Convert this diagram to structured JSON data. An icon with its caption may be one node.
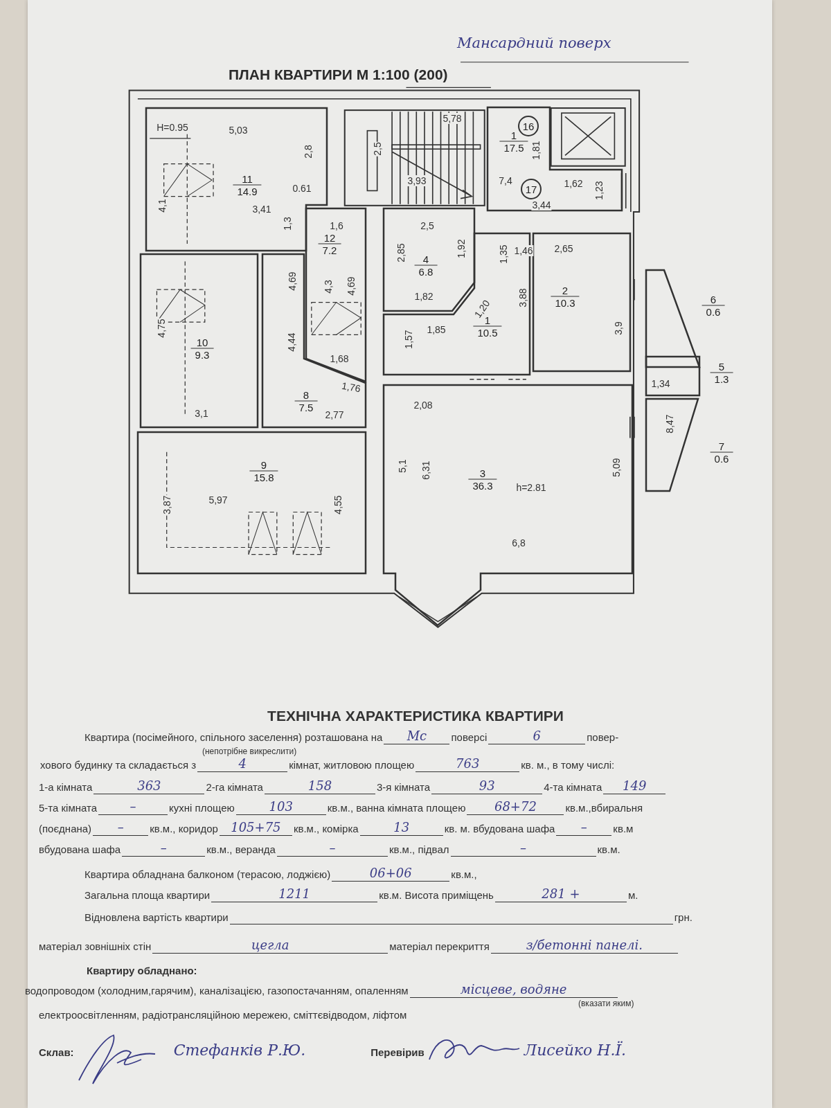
{
  "diagram": {
    "title": "ПЛАН КВАРТИРИ М 1:100 (200)",
    "nodes": [
      {
        "text": [
          "11",
          "14.9"
        ]
      },
      {
        "text": [
          "1",
          "17.5"
        ]
      },
      {
        "text": [
          "16"
        ],
        "in": 1
      },
      {
        "text": [
          "17"
        ],
        "in": 1
      },
      {
        "text": [
          "12",
          "7.2"
        ]
      },
      {
        "text": [
          "4",
          "6.8"
        ]
      },
      {
        "text": [
          "2",
          "10.3"
        ]
      },
      {
        "text": [
          "6",
          "0.6"
        ]
      },
      {
        "text": [
          "1",
          "10.5"
        ]
      },
      {
        "text": [
          "10",
          "9.3"
        ]
      },
      {
        "text": [
          "8",
          "7.5"
        ]
      },
      {
        "text": [
          "5",
          "1.3"
        ]
      },
      {
        "text": [
          "3",
          "36.3"
        ]
      },
      {
        "text": [
          "7",
          "0.6"
        ]
      },
      {
        "text": [
          "9",
          "15.8"
        ]
      }
    ],
    "labels": [
      "Мансардний поверх",
      "H=0.95",
      "5,03",
      "5,78",
      "2,8",
      "2,5",
      "1,81",
      "3,93",
      "7,4",
      "1,62",
      "0.61",
      "1,23",
      "4,1",
      "3,44",
      "3,41",
      "1,3",
      "1,6",
      "2,5",
      "2,65",
      "1,35",
      "1,46",
      "2,85",
      "1,92",
      "4,69",
      "4,3",
      "4,69",
      "1,82",
      "3,88",
      "1,20",
      "4,75",
      "3,9",
      "1,85",
      "4,44",
      "1,57",
      "1,68",
      "1,76",
      "1,34",
      "2,08",
      "3,1",
      "2,77",
      "8,47",
      "5,1",
      "6,31",
      "5,09",
      "h=2.81",
      "5,97",
      "3,87",
      "4,55",
      "6,8",
      "ТЕХНІЧНА ХАРАКТЕРИСТИКА КВАРТИРИ",
      "Квартира (посімейного, спільного заселення) розташована на",
      "Мс",
      "поверсі",
      "6",
      "повер-",
      "(непотрібне викреслити)",
      "хового будинку та складається з",
      "4",
      "кімнат, житловою площею",
      "763",
      "кв. м., в тому числі:",
      "1-а кімната",
      "363",
      "2-га кімната",
      "158",
      "3-я кімната",
      "93",
      "4-та кімната",
      "149",
      "5-та кімната",
      "–",
      "кухні площею",
      "103",
      "кв.м., ванна кімната площею",
      "68+72",
      "кв.м.,вбиральня",
      "(поєднана)",
      "–",
      "кв.м., коридор",
      "105+75",
      "кв.м., комірка",
      "13",
      "кв. м. вбудована шафа",
      "–",
      "кв.м",
      "вбудована шафа",
      "–",
      "кв.м., веранда",
      "–",
      "кв.м., підвал",
      "–",
      "кв.м.",
      "Квартира обладнана балконом (терасою, лоджією)",
      "06+06",
      "кв.м.,",
      "Загальна площа квартири",
      "1211",
      "кв.м. Висота приміщень",
      "281 +",
      "м.",
      "Відновлена вартість квартири",
      "грн.",
      "матеріал зовнішніх стін",
      "цегла",
      "матеріал перекриття",
      "з/бетонні панелі.",
      "Квартиру обладнано:",
      "водопроводом (холодним,гарячим), каналізацією, газопостачанням, опаленням",
      "місцеве, водяне",
      "(вказати яким)",
      "електроосвітленням, радіотрансляційною мережею, сміттєвідводом, ліфтом",
      "Склав:",
      "Стефанків Р.Ю.",
      "Перевірив",
      "Лисейко Н.Ї."
    ]
  }
}
